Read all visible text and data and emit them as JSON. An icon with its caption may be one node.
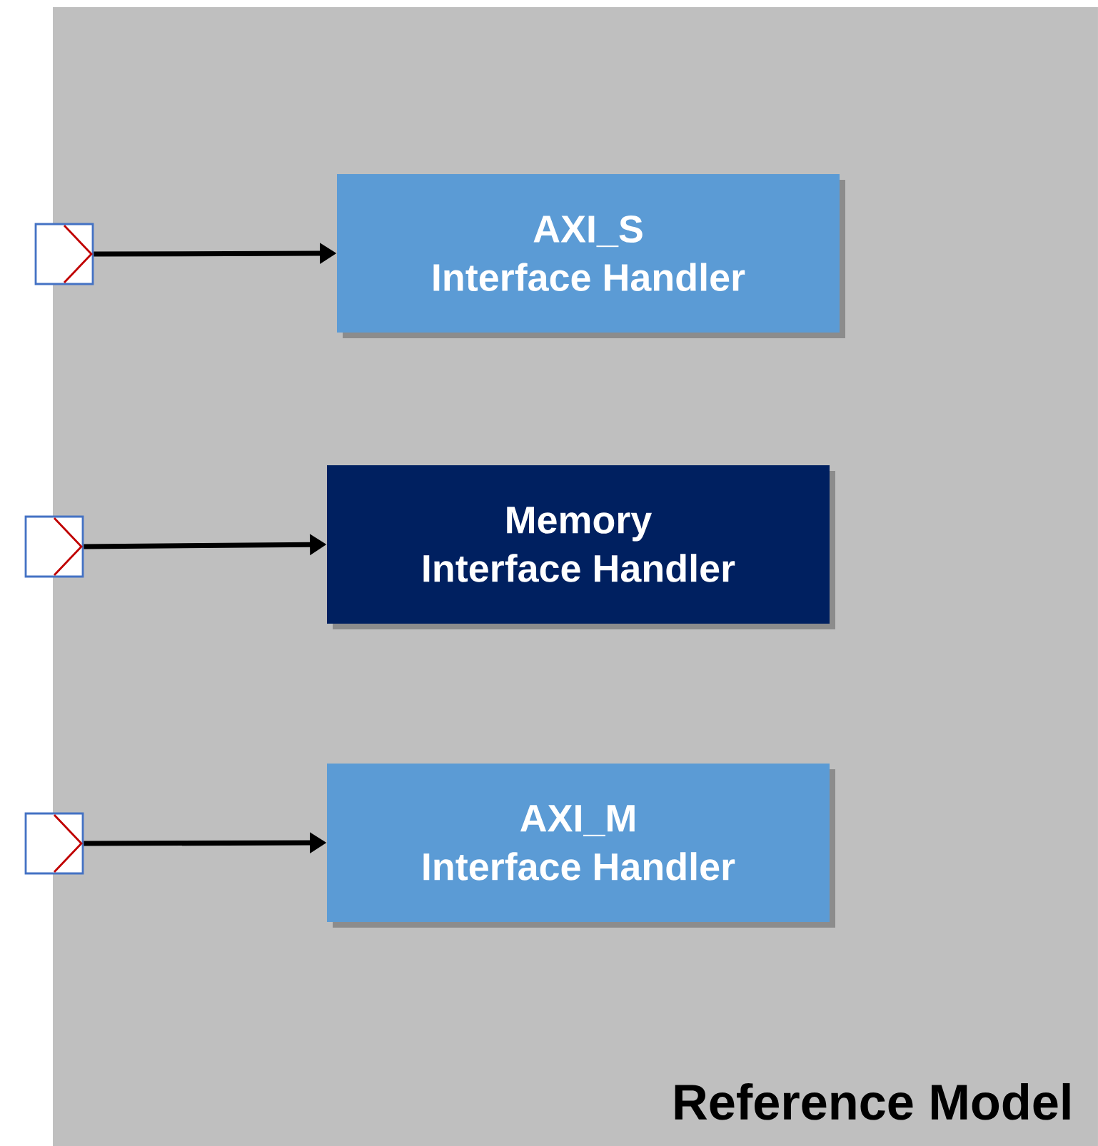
{
  "diagram": {
    "nodes": [
      {
        "text": [
          "Reference Model"
        ]
      },
      {
        "text": [],
        "shape": "box"
      },
      {
        "text": [
          "AXI_S",
          "Interface Handler"
        ],
        "in": 0
      },
      {
        "text": [],
        "shape": "box"
      },
      {
        "text": [
          "Memory",
          "Interface Handler"
        ],
        "in": 0
      },
      {
        "text": [],
        "shape": "box"
      },
      {
        "text": [
          "AXI_M",
          "Interface Handler"
        ],
        "in": 0
      }
    ],
    "edges": [
      {
        "from": 1,
        "to": 2,
        "arrow": "to"
      },
      {
        "from": 3,
        "to": 4,
        "arrow": "to"
      },
      {
        "from": 5,
        "to": 6,
        "arrow": "to"
      }
    ]
  }
}
